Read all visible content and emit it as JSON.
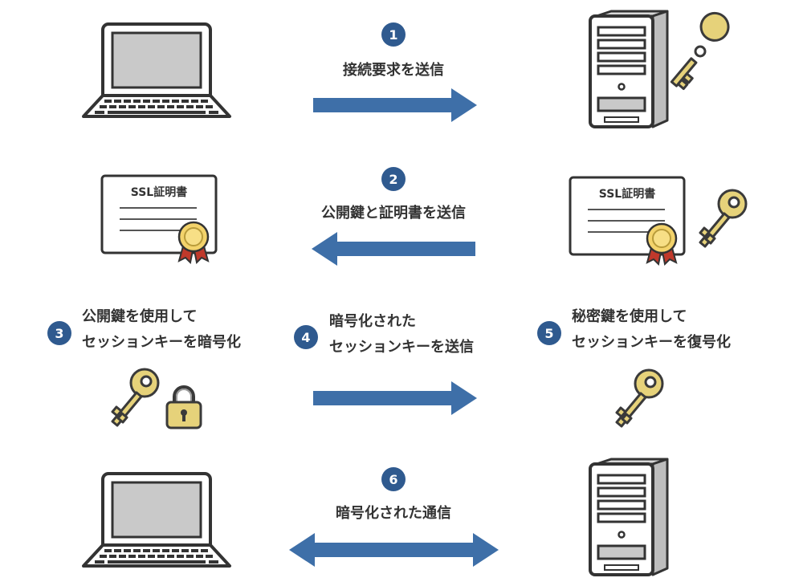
{
  "colors": {
    "arrow": "#3e6fa8",
    "step_badge": "#2f5a8f",
    "key": "#e6d27a",
    "key_outline": "#3a3a3a"
  },
  "steps": [
    {
      "number": "1",
      "text": "接続要求を送信"
    },
    {
      "number": "2",
      "text": "公開鍵と証明書を送信"
    },
    {
      "number": "3",
      "line1": "公開鍵を使用して",
      "line2": "セッションキーを暗号化"
    },
    {
      "number": "4",
      "line1": "暗号化された",
      "line2": "セッションキーを送信"
    },
    {
      "number": "5",
      "line1": "秘密鍵を使用して",
      "line2": "セッションキーを復号化"
    },
    {
      "number": "6",
      "text": "暗号化された通信"
    }
  ],
  "certificate": {
    "title": "SSL証明書"
  }
}
